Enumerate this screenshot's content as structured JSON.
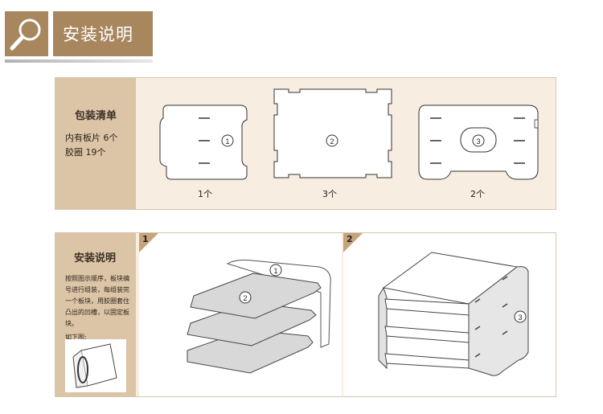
{
  "header": {
    "title": "安装说明",
    "icon": "search-icon"
  },
  "package": {
    "heading": "包装清单",
    "lines": [
      "内有板片 6个",
      "胶圈  19个"
    ],
    "parts": [
      {
        "number": "1",
        "count": "1个"
      },
      {
        "number": "2",
        "count": "3个"
      },
      {
        "number": "3",
        "count": "2个"
      }
    ]
  },
  "instructions": {
    "heading": "安装说明",
    "paragraph": "按照图示顺序，板块编号进行组装，每组装完一个板块，用胶圈套住凸出的凹槽，以固定板块。",
    "sub": "如下图:",
    "steps": [
      {
        "number": "1",
        "callouts": [
          "1",
          "2"
        ]
      },
      {
        "number": "2",
        "callouts": [
          "3"
        ]
      }
    ]
  },
  "colors": {
    "accent": "#a8875f",
    "panel_bg": "#f7ede0",
    "side_bg": "#dcc4a6",
    "step_tab": "#c6a47a"
  }
}
